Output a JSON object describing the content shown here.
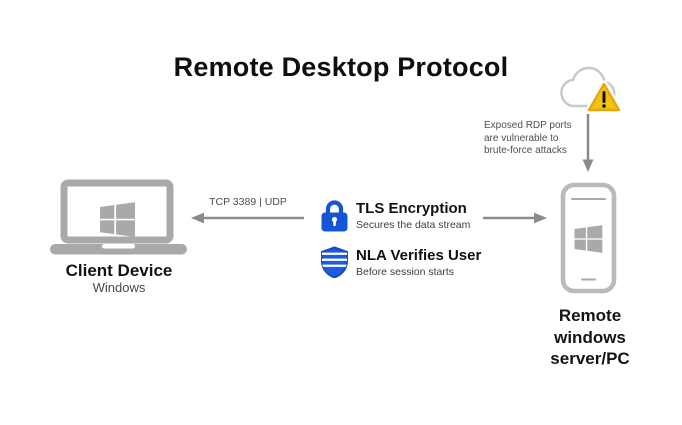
{
  "title": "Remote Desktop Protocol",
  "warning": {
    "cloud_icon": "cloud-icon",
    "alert_icon": "warning-triangle-icon",
    "note_lines": [
      "Exposed RDP ports",
      "are vulnerable to",
      "brute-force attacks"
    ]
  },
  "client": {
    "icon": "laptop-windows-icon",
    "label": "Client Device",
    "sublabel": "Windows"
  },
  "connection": {
    "port_label": "TCP 3389 | UDP"
  },
  "features": [
    {
      "icon": "lock-icon",
      "title": "TLS Encryption",
      "subtitle": "Secures the data stream"
    },
    {
      "icon": "shield-icon",
      "title": "NLA Verifies User",
      "subtitle": "Before session starts"
    }
  ],
  "remote": {
    "icon": "smartphone-windows-icon",
    "label_lines": [
      "Remote",
      "windows",
      "server/PC"
    ]
  },
  "colors": {
    "accent_blue": "#1454d6",
    "shield_blue": "#1d5be0",
    "warning_yellow": "#f5c313",
    "device_gray": "#a9a9a9",
    "phone_gray": "#bababa",
    "arrow_gray": "#8a8a8a",
    "text_dark": "#141414",
    "text_muted": "#4f4f4f"
  }
}
